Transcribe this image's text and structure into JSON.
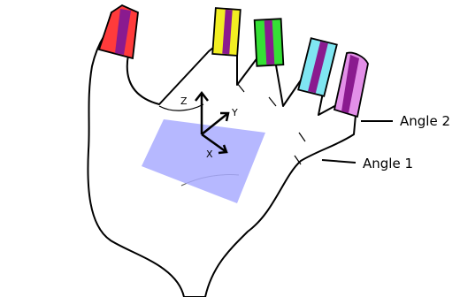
{
  "labels": {
    "angle_2": "Angle 2",
    "angle_1": "Angle 1"
  },
  "axes": {
    "x": "X",
    "y": "Y",
    "z": "Z"
  },
  "colors": {
    "marker_plane": "#a9abff",
    "thumb": [
      "#ff3b3b",
      "#8a1a8f"
    ],
    "index": [
      "#f2ee22",
      "#8a1a8f"
    ],
    "middle": [
      "#35e035",
      "#8a1a8f"
    ],
    "ring": [
      "#7fe6f2",
      "#8a1a8f"
    ],
    "pinky": [
      "#e38fe8",
      "#8a1a8f"
    ]
  }
}
